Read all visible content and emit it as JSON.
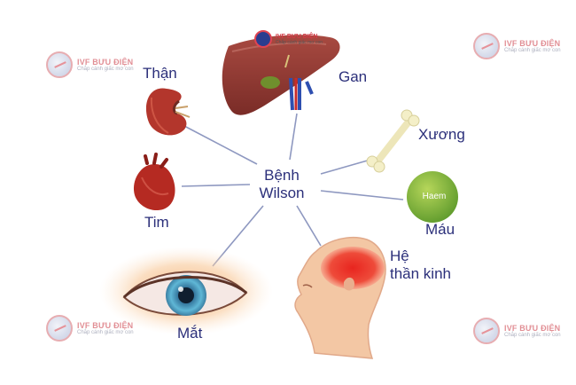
{
  "center": {
    "line1": "Bệnh",
    "line2": "Wilson"
  },
  "organs": {
    "than": "Thận",
    "gan": "Gan",
    "xuong": "Xương",
    "tim": "Tim",
    "mau": "Máu",
    "he_than_kinh_1": "Hệ",
    "he_than_kinh_2": "thần kinh",
    "mat": "Mắt"
  },
  "haem_label": "Haem",
  "watermark": {
    "brand": "IVF BƯU ĐIỆN",
    "tagline": "Chắp cánh giấc mơ con"
  },
  "colors": {
    "label": "#2b2f7a",
    "line": "#8e98c0",
    "brand_red": "#d23a46"
  }
}
